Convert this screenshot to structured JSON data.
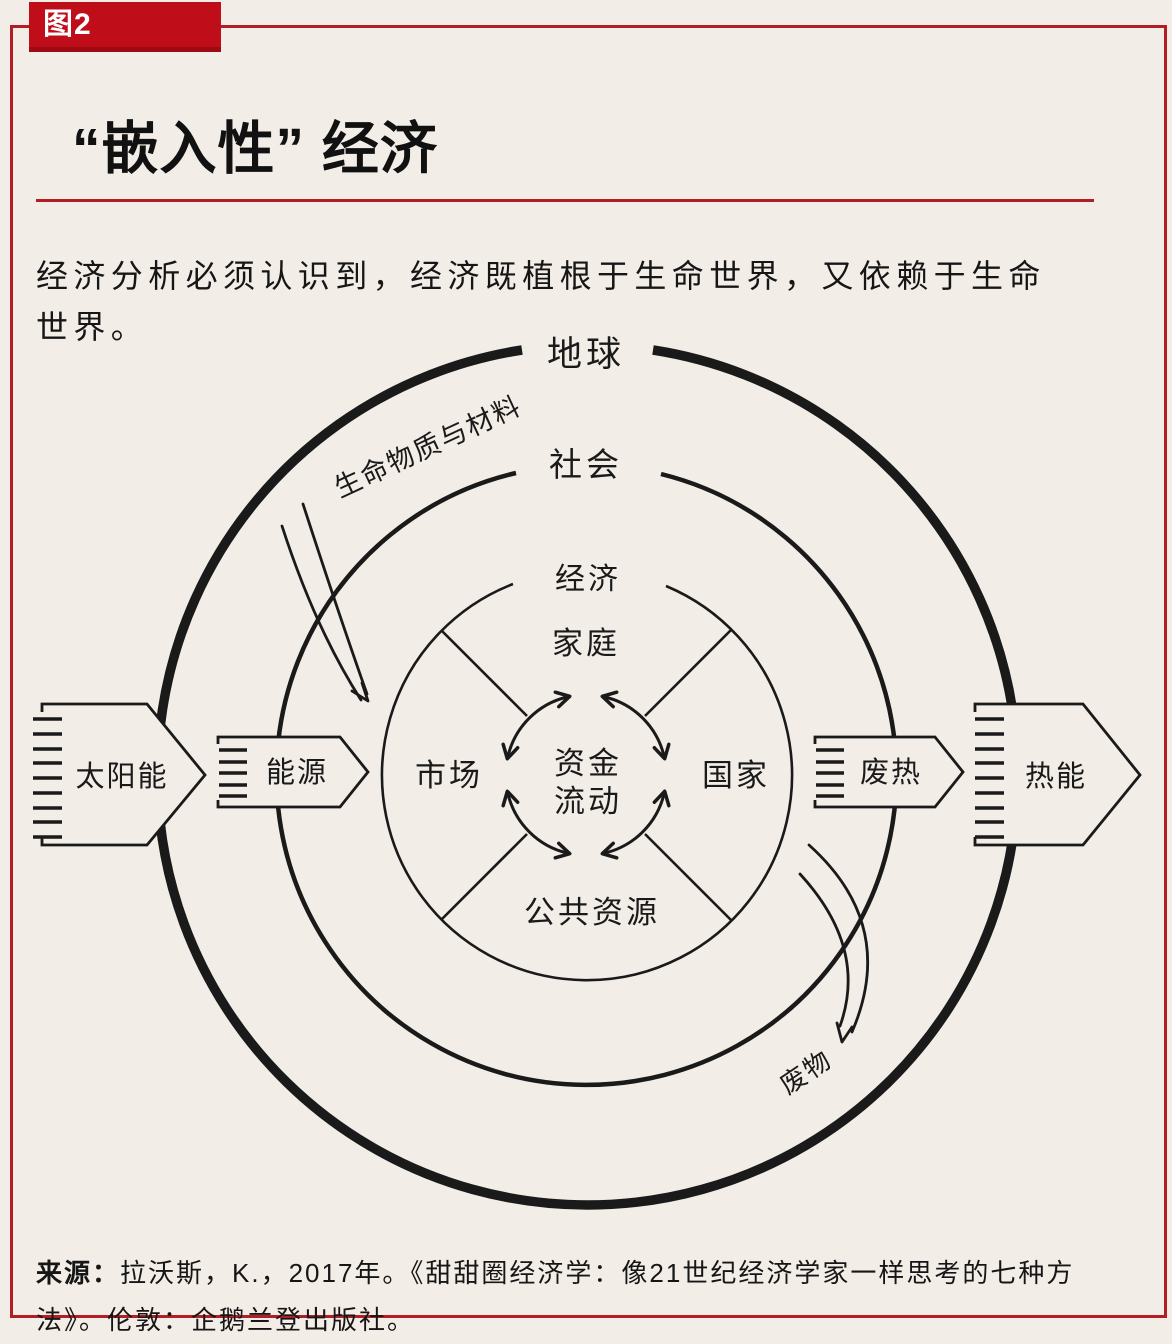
{
  "figure_tag": "图2",
  "title": "“嵌入性” 经济",
  "intro": "经济分析必须认识到，经济既植根于生命世界，又依赖于生命世界。",
  "diagram": {
    "rings": {
      "earth": "地球",
      "society": "社会",
      "economy": "经济"
    },
    "sectors": {
      "household": "家庭",
      "market": "市场",
      "state": "国家",
      "commons": "公共资源"
    },
    "center": {
      "line1": "资金",
      "line2": "流动"
    },
    "flows": {
      "living_matter": "生命物质与材料",
      "waste": "废物",
      "solar": "太阳能",
      "energy": "能源",
      "waste_heat": "废热",
      "heat": "热能"
    }
  },
  "source": {
    "label": "来源：",
    "text": "拉沃斯，K.，2017年。《甜甜圈经济学：像21世纪经济学家一样思考的七种方法》。伦敦：企鹅兰登出版社。"
  },
  "colors": {
    "background": "#f2ede7",
    "accent_red": "#b11f24",
    "badge_red": "#bf0d1a",
    "ink": "#1a1a1a"
  }
}
